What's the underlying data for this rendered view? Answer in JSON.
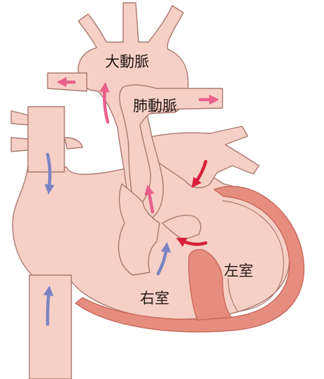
{
  "labels": {
    "aorta": "大動脈",
    "pulmonary_artery": "肺動脈",
    "left_ventricle": "左室",
    "right_ventricle": "右室"
  },
  "colors": {
    "vessel_fill": "#f6d0c6",
    "outline": "#a9786d",
    "muscle_fill": "#e58d7e",
    "muscle_outline": "#c9695b",
    "blue_arrow": "#7b83c4",
    "pink_arrow": "#e9608a",
    "red_arrow": "#d81e3a",
    "text": "#231815"
  },
  "arrows": [
    {
      "id": "svc-down-arrow",
      "color": "blue"
    },
    {
      "id": "ivc-up-arrow",
      "color": "blue"
    },
    {
      "id": "rv-up-arrow",
      "color": "blue"
    },
    {
      "id": "aorta-up-arrow",
      "color": "pink"
    },
    {
      "id": "aortic-branch-arrow",
      "color": "pink"
    },
    {
      "id": "pulmonary-right-arrow",
      "color": "pink"
    },
    {
      "id": "outflow-up-arrow",
      "color": "pink"
    },
    {
      "id": "pulmonary-vein-arrow",
      "color": "red"
    },
    {
      "id": "vsd-shunt-arrow",
      "color": "red"
    }
  ]
}
